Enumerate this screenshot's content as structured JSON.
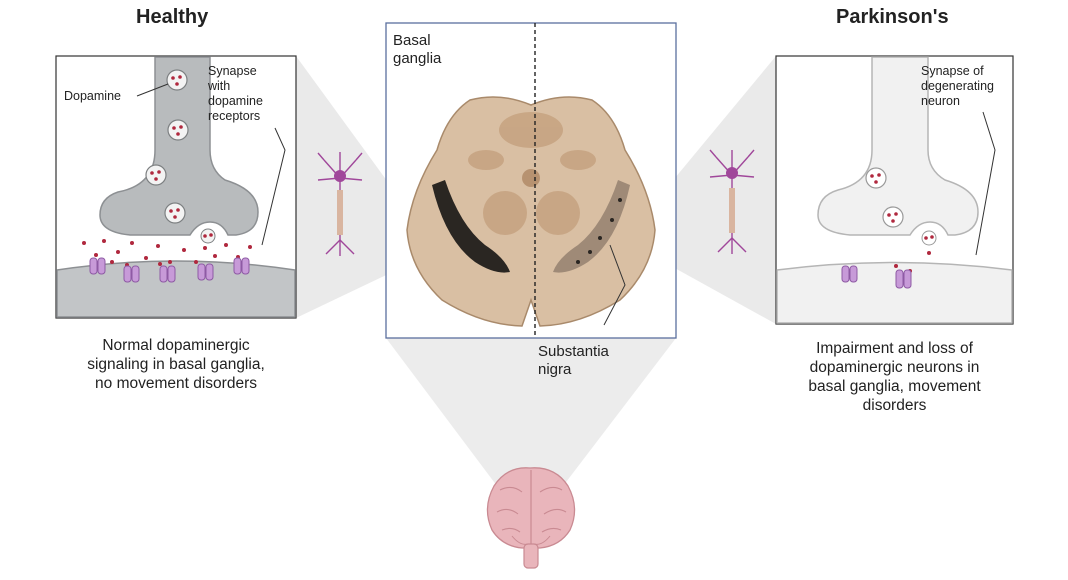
{
  "healthy": {
    "title": "Healthy",
    "dopamine_label": "Dopamine",
    "synapse_label": "Synapse\nwith\ndopamine\nreceptors",
    "caption": "Normal dopaminergic\nsignaling in basal ganglia,\nno movement disorders"
  },
  "parkinsons": {
    "title": "Parkinson's",
    "synapse_label": "Synapse of\ndegenerating\nneuron",
    "caption": "Impairment and loss  of\ndopaminergic neurons in\nbasal ganglia, movement\ndisorders"
  },
  "center": {
    "basal_ganglia_label": "Basal\nganglia",
    "substantia_nigra_label": "Substantia\nnigra"
  },
  "colors": {
    "terminal_healthy": "#b8bbbd",
    "terminal_parkinsons": "#f1f1f1",
    "dopamine_dot": "#b0283e",
    "receptor": "#c79ad8",
    "neuron": "#a0479a",
    "brain_tissue": "#d9bfa3",
    "substantia_nigra": "#2a2622",
    "brain": "#e9b5bb"
  }
}
